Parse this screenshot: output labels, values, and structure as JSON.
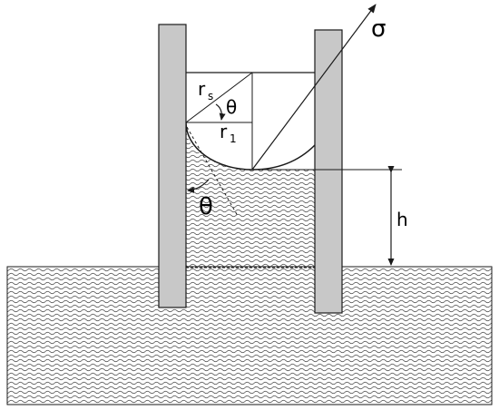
{
  "labels": {
    "surface_tension": "σ",
    "spherical_radius": "r",
    "spherical_radius_subscript": "s",
    "tube_radius": "r",
    "tube_radius_subscript": "1",
    "angle_inner": "θ",
    "angle_contact": "θ",
    "height": "h"
  },
  "colors": {
    "tube_wall_fill": "#c8c8c8",
    "stroke": "#1a1a1a",
    "liquid_pattern": "#444444",
    "background": "#ffffff"
  },
  "icons": {
    "surface_tension_arrow": "arrow-up-right-icon",
    "angle_arrow_inner": "curved-arrow-icon",
    "angle_arrow_contact": "curved-arrow-icon",
    "height_arrow": "double-arrow-vertical-icon"
  }
}
